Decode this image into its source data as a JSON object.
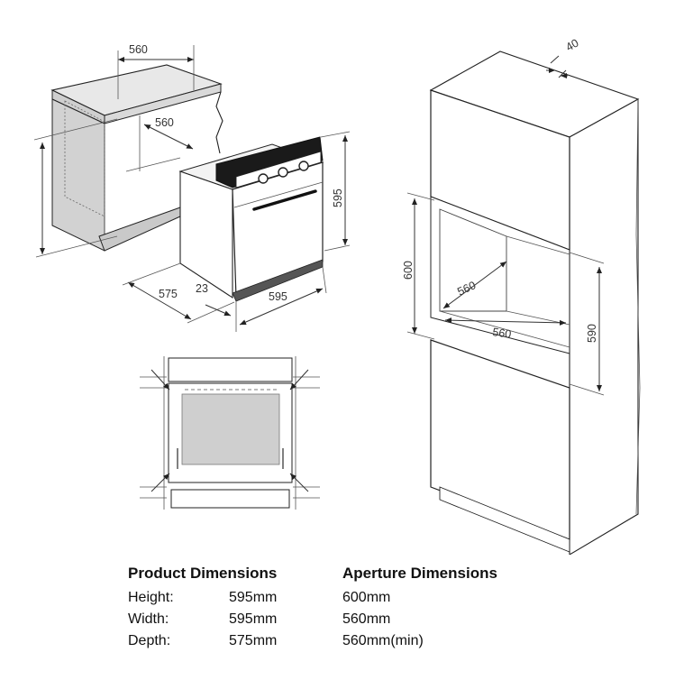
{
  "diagram": {
    "oven_dims": {
      "cabinet_width_top": "560",
      "cabinet_width_inner": "560",
      "height": "595",
      "depth": "575",
      "door_offset": "23",
      "width": "595"
    },
    "aperture_dims": {
      "top_gap": "40",
      "height": "600",
      "depth": "560",
      "width": "560",
      "right_height": "590"
    }
  },
  "specs": {
    "product_header": "Product Dimensions",
    "aperture_header": "Aperture Dimensions",
    "rows": [
      {
        "label": "Height:",
        "product": "595mm",
        "aperture": "600mm"
      },
      {
        "label": "Width:",
        "product": "595mm",
        "aperture": "560mm"
      },
      {
        "label": "Depth:",
        "product": "575mm",
        "aperture": "560mm(min)"
      }
    ]
  }
}
